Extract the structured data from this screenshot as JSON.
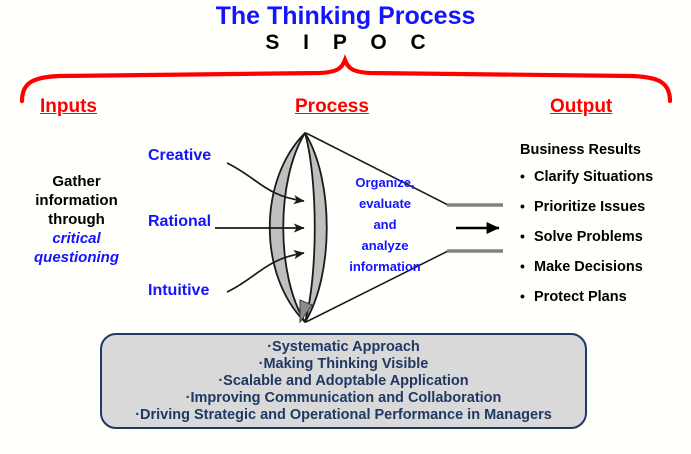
{
  "page": {
    "background": "#fffffc",
    "accent_red": "#ff0000",
    "accent_blue": "#1414ff",
    "navy": "#1f3864",
    "box_fill": "#d9d9d9",
    "lens_fill": "#bfbfbf"
  },
  "title": {
    "main": "The Thinking Process",
    "acronym": "S I P O C"
  },
  "sections": {
    "inputs_label": "Inputs",
    "process_label": "Process",
    "output_label": "Output"
  },
  "inputs": {
    "gather_line1": "Gather",
    "gather_line2": "information",
    "gather_line3": "through",
    "gather_line4": "critical",
    "gather_line5": "questioning",
    "modes": [
      {
        "label": "Creative"
      },
      {
        "label": "Rational"
      },
      {
        "label": "Intuitive"
      }
    ]
  },
  "process": {
    "funnel_line1": "Organize,",
    "funnel_line2": "evaluate",
    "funnel_line3": "and",
    "funnel_line4": "analyze",
    "funnel_line5": "information"
  },
  "output": {
    "heading": "Business Results",
    "items": [
      "Clarify Situations",
      "Prioritize Issues",
      "Solve Problems",
      "Make Decisions",
      "Protect Plans"
    ]
  },
  "benefits": {
    "lines": [
      "·Systematic Approach",
      "·Making Thinking Visible",
      "·Scalable and Adoptable Application",
      "·Improving Communication and Collaboration",
      "·Driving Strategic and Operational Performance in Managers"
    ]
  }
}
